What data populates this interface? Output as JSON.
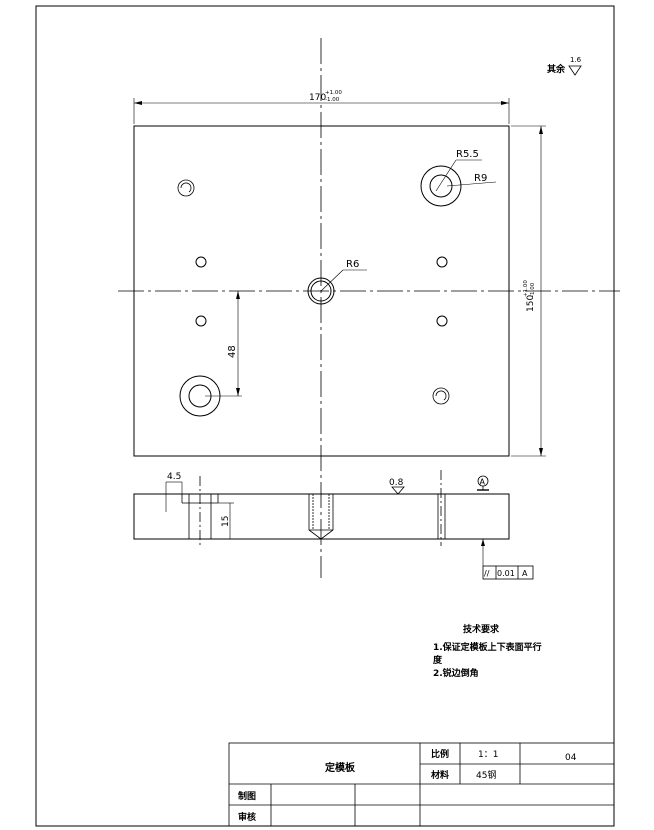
{
  "drawing": {
    "roughness": {
      "prefix": "其余",
      "value": "1.6"
    },
    "front_view": {
      "width_dim": {
        "base": "170",
        "tol_upper": "+1.00",
        "tol_lower": "-1.00"
      },
      "height_dim": {
        "base": "150",
        "tol_upper": "+1.00",
        "tol_lower": "-1.00"
      },
      "label_r55": "R5.5",
      "label_r9": "R9",
      "label_r6": "R6",
      "dim_48": "48"
    },
    "side_view": {
      "dim_45": "4.5",
      "dim_15": "15",
      "roughness_top": "0.8",
      "datum_label": "A",
      "parallel_symbol": "//",
      "parallel_tol": "0.01",
      "parallel_datum": "A"
    },
    "tech_req": {
      "title": "技术要求",
      "line1": "1.保证定模板上下表面平行",
      "line1b": "度",
      "line2": "2.锐边倒角"
    },
    "title_block": {
      "part_name": "定模板",
      "scale_label": "比例",
      "scale_value": "1：1",
      "drawing_no": "04",
      "material_label": "材料",
      "material_value": "45钢",
      "drawn_label": "制图",
      "checked_label": "审核"
    }
  }
}
